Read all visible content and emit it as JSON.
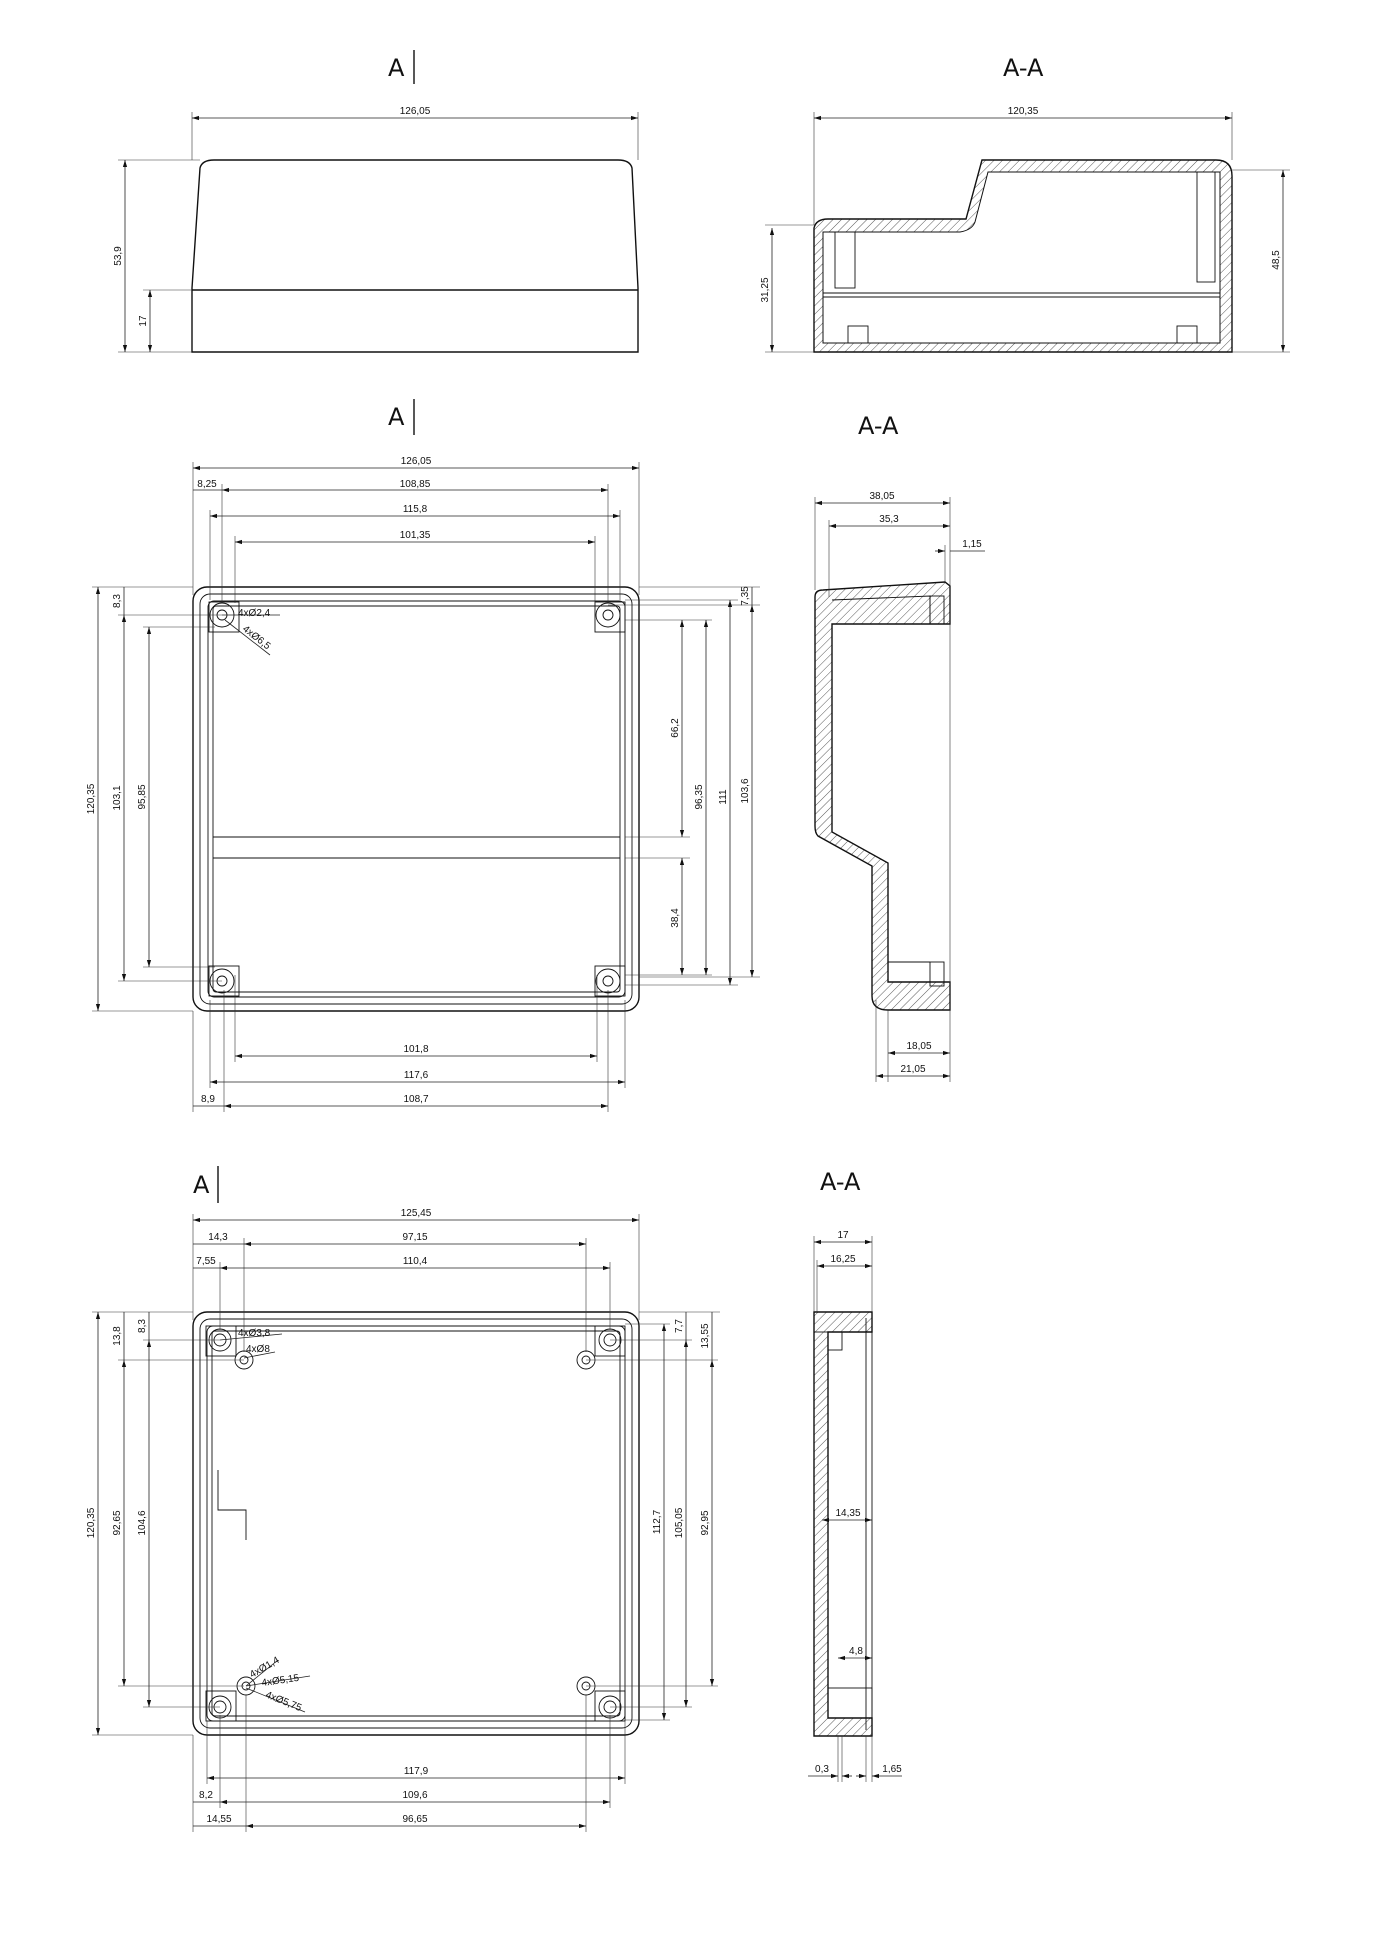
{
  "views": {
    "label_a": "A",
    "label_aa": "A-A"
  },
  "front_view": {
    "overall_width": "126,05",
    "total_height": "53,9",
    "base_height": "17"
  },
  "section_side": {
    "overall_width": "120,35",
    "left_height": "31,25",
    "right_height": "48,5"
  },
  "top_plan": {
    "overall_width": "126,05",
    "offset_left": "8,25",
    "hole_span_outer": "108,85",
    "inner_width": "115,8",
    "hole_span": "101,35",
    "hole_note_1": "4xØ2,4",
    "hole_note_2": "4xØ6,5",
    "overall_depth": "120,35",
    "offset_top": "8,3",
    "hole_depth_outer": "103,1",
    "hole_depth": "95,85",
    "offset_right_top": "7,35",
    "upper_part": "66,2",
    "lower_part": "38,4",
    "inner_depth": "96,35",
    "outer_depth_1": "111",
    "outer_depth_2": "103,6",
    "bottom_hole_span": "101,8",
    "bottom_inner": "117,6",
    "bottom_offset": "8,9",
    "bottom_span": "108,7"
  },
  "profile_1": {
    "width_top": "38,05",
    "width_inner": "35,3",
    "wall": "1,15",
    "width_bottom_inner": "18,05",
    "width_bottom": "21,05"
  },
  "bottom_plan": {
    "overall_width": "125,45",
    "offset_left_1": "14,3",
    "span_1": "97,15",
    "offset_left_2": "7,55",
    "span_2": "110,4",
    "hole_note_1": "4xØ3,8",
    "hole_note_2": "4xØ8",
    "hole_note_3": "4xØ1,4",
    "hole_note_4": "4xØ5,15",
    "hole_note_5": "4xØ5,75",
    "overall_depth": "120,35",
    "offset_top_1": "13,8",
    "offset_top_2": "8,3",
    "depth_1": "92,65",
    "depth_2": "104,6",
    "offset_right_1": "7,7",
    "offset_right_2": "13,55",
    "depth_3": "112,7",
    "depth_4": "105,05",
    "depth_5": "92,95",
    "bottom_inner": "117,9",
    "bottom_offset_1": "8,2",
    "bottom_span_1": "109,6",
    "bottom_offset_2": "14,55",
    "bottom_span_2": "96,65"
  },
  "profile_2": {
    "width_outer": "17",
    "width_inner": "16,25",
    "mid_width": "14,35",
    "small_step": "4,8",
    "left_gap": "0,3",
    "right_gap": "1,65"
  }
}
